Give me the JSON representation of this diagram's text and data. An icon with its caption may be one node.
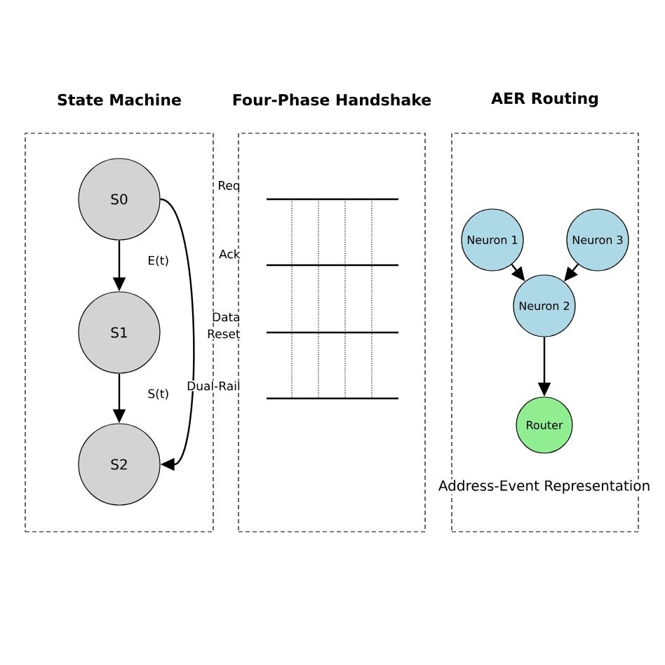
{
  "diagram": {
    "nodes": [
      {
        "text": [
          "State Machine"
        ]
      },
      {
        "text": [
          "Four-Phase Handshake"
        ]
      },
      {
        "text": [
          "AER Routing"
        ]
      },
      {
        "text": [
          "S0"
        ],
        "in": 0
      },
      {
        "text": [
          "S1"
        ],
        "in": 0
      },
      {
        "text": [
          "S2"
        ],
        "in": 0
      },
      {
        "text": [
          "Neuron 1"
        ],
        "in": 2
      },
      {
        "text": [
          "Neuron 3"
        ],
        "in": 2
      },
      {
        "text": [
          "Neuron 2"
        ],
        "in": 2
      },
      {
        "text": [
          "Router"
        ],
        "in": 2
      }
    ],
    "edges": [
      {
        "from": 3,
        "to": 4,
        "arrow": "to",
        "label": "E(t)"
      },
      {
        "from": 4,
        "to": 5,
        "arrow": "to",
        "label": "S(t)"
      },
      {
        "from": 3,
        "to": 5,
        "arrow": "to"
      },
      {
        "from": 6,
        "to": 8,
        "arrow": "to"
      },
      {
        "from": 7,
        "to": 8,
        "arrow": "to"
      },
      {
        "from": 8,
        "to": 9,
        "arrow": "to"
      }
    ],
    "labels": [
      "Req",
      "Ack",
      "Data",
      "Reset",
      "Dual-Rail",
      "Address-Event Representation"
    ]
  }
}
